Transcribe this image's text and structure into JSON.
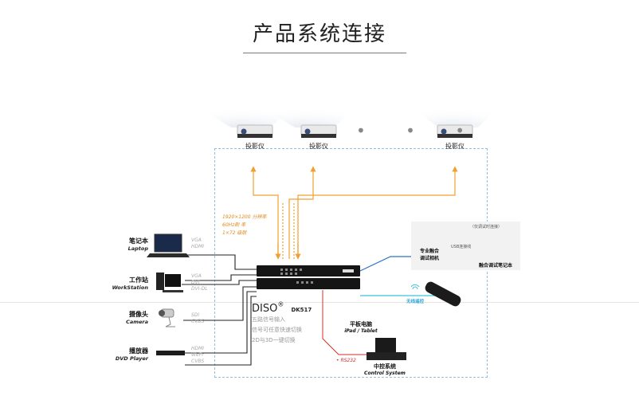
{
  "title": "产品系统连接",
  "projectors": {
    "label": "投影仪",
    "ellipsis": "• • •"
  },
  "output_specs": [
    "1920×1200 分辨率",
    "60Hz刷 率",
    "1×72 级联"
  ],
  "sources": [
    {
      "cn": "笔记本",
      "en": "Laptop",
      "ports": [
        "VGA",
        "HDMI"
      ]
    },
    {
      "cn": "工作站",
      "en": "WorkStation",
      "ports": [
        "VGA",
        "DVI",
        "DVI-DL"
      ]
    },
    {
      "cn": "摄像头",
      "en": "Camera",
      "ports": [
        "SDI",
        "CVBS"
      ]
    },
    {
      "cn": "播放器",
      "en": "DVD Player",
      "ports": [
        "HDMI",
        "WePr",
        "CVBS"
      ]
    }
  ],
  "device": {
    "brand": "DISO",
    "reg_mark": "®",
    "model": "DK517",
    "features": [
      "五路信号输入",
      "信号可任意快速切换",
      "2D与3D一键切换"
    ]
  },
  "calibration": {
    "note": "（仅调试时连接）",
    "camera_label": "专业融合\n调试相机",
    "usb_label": "USB连接线",
    "laptop_label": "融合调试笔记本"
  },
  "control": {
    "wireless_label": "无线遥控",
    "tablet_cn": "平板电脑",
    "tablet_en": "iPad / Tablet",
    "rs232": "• RS232",
    "system_cn": "中控系统",
    "system_en": "Control System"
  },
  "colors": {
    "orange": "#f0a030",
    "blue": "#2a73c8",
    "cyan": "#3ec3d8",
    "red": "#d0302a",
    "frame": "#8ec0e6"
  }
}
